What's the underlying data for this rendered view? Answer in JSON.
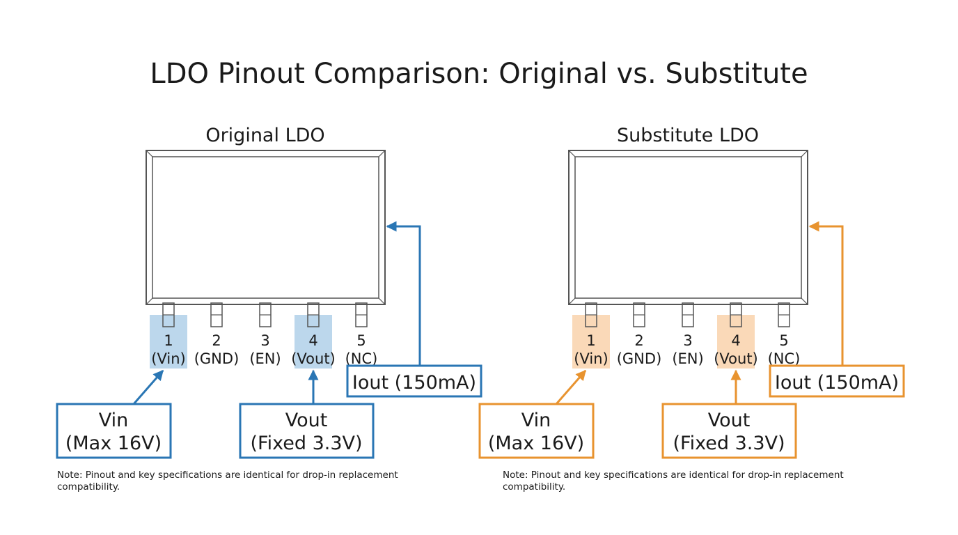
{
  "title": "LDO Pinout Comparison: Original vs. Substitute",
  "note": "Note: Pinout and key specifications are identical for drop-in replacement compatibility.",
  "colors": {
    "original_accent": "#2a76b4",
    "original_highlight": "#bcd7ec",
    "substitute_accent": "#e8932f",
    "substitute_highlight": "#fad9b8",
    "outline": "#555555"
  },
  "packages": [
    {
      "heading": "Original LDO",
      "pins": [
        {
          "number": "1",
          "name": "(Vin)",
          "highlighted": true
        },
        {
          "number": "2",
          "name": "(GND)",
          "highlighted": false
        },
        {
          "number": "3",
          "name": "(EN)",
          "highlighted": false
        },
        {
          "number": "4",
          "name": "(Vout)",
          "highlighted": true
        },
        {
          "number": "5",
          "name": "(NC)",
          "highlighted": false
        }
      ],
      "callouts": {
        "vin": {
          "line1": "Vin",
          "line2": "(Max 16V)"
        },
        "vout": {
          "line1": "Vout",
          "line2": "(Fixed 3.3V)"
        },
        "iout": {
          "label": "Iout (150mA)"
        }
      }
    },
    {
      "heading": "Substitute LDO",
      "pins": [
        {
          "number": "1",
          "name": "(Vin)",
          "highlighted": true
        },
        {
          "number": "2",
          "name": "(GND)",
          "highlighted": false
        },
        {
          "number": "3",
          "name": "(EN)",
          "highlighted": false
        },
        {
          "number": "4",
          "name": "(Vout)",
          "highlighted": true
        },
        {
          "number": "5",
          "name": "(NC)",
          "highlighted": false
        }
      ],
      "callouts": {
        "vin": {
          "line1": "Vin",
          "line2": "(Max 16V)"
        },
        "vout": {
          "line1": "Vout",
          "line2": "(Fixed 3.3V)"
        },
        "iout": {
          "label": "Iout (150mA)"
        }
      }
    }
  ]
}
